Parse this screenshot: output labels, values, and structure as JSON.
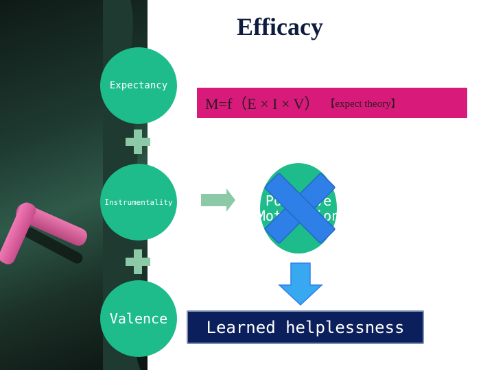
{
  "title": "Efficacy",
  "nodes": {
    "expectancy": "Expectancy",
    "instrumentality": "Instrumentality",
    "valence": "Valence",
    "motivation_line1": "Positive",
    "motivation_line2": "Motivation"
  },
  "formula": {
    "equation": "M=f（E × I × V）",
    "theory": "【expect theory】"
  },
  "result": "Learned helplessness",
  "colors": {
    "circle": "#1ebc8a",
    "plus": "#8cc9a6",
    "formula_bg": "#d81b7a",
    "result_bg": "#0b1f5c",
    "cross": "#2f7fe8",
    "down_arrow": "#38a8f0",
    "right_arrow": "#8cc9a6"
  }
}
